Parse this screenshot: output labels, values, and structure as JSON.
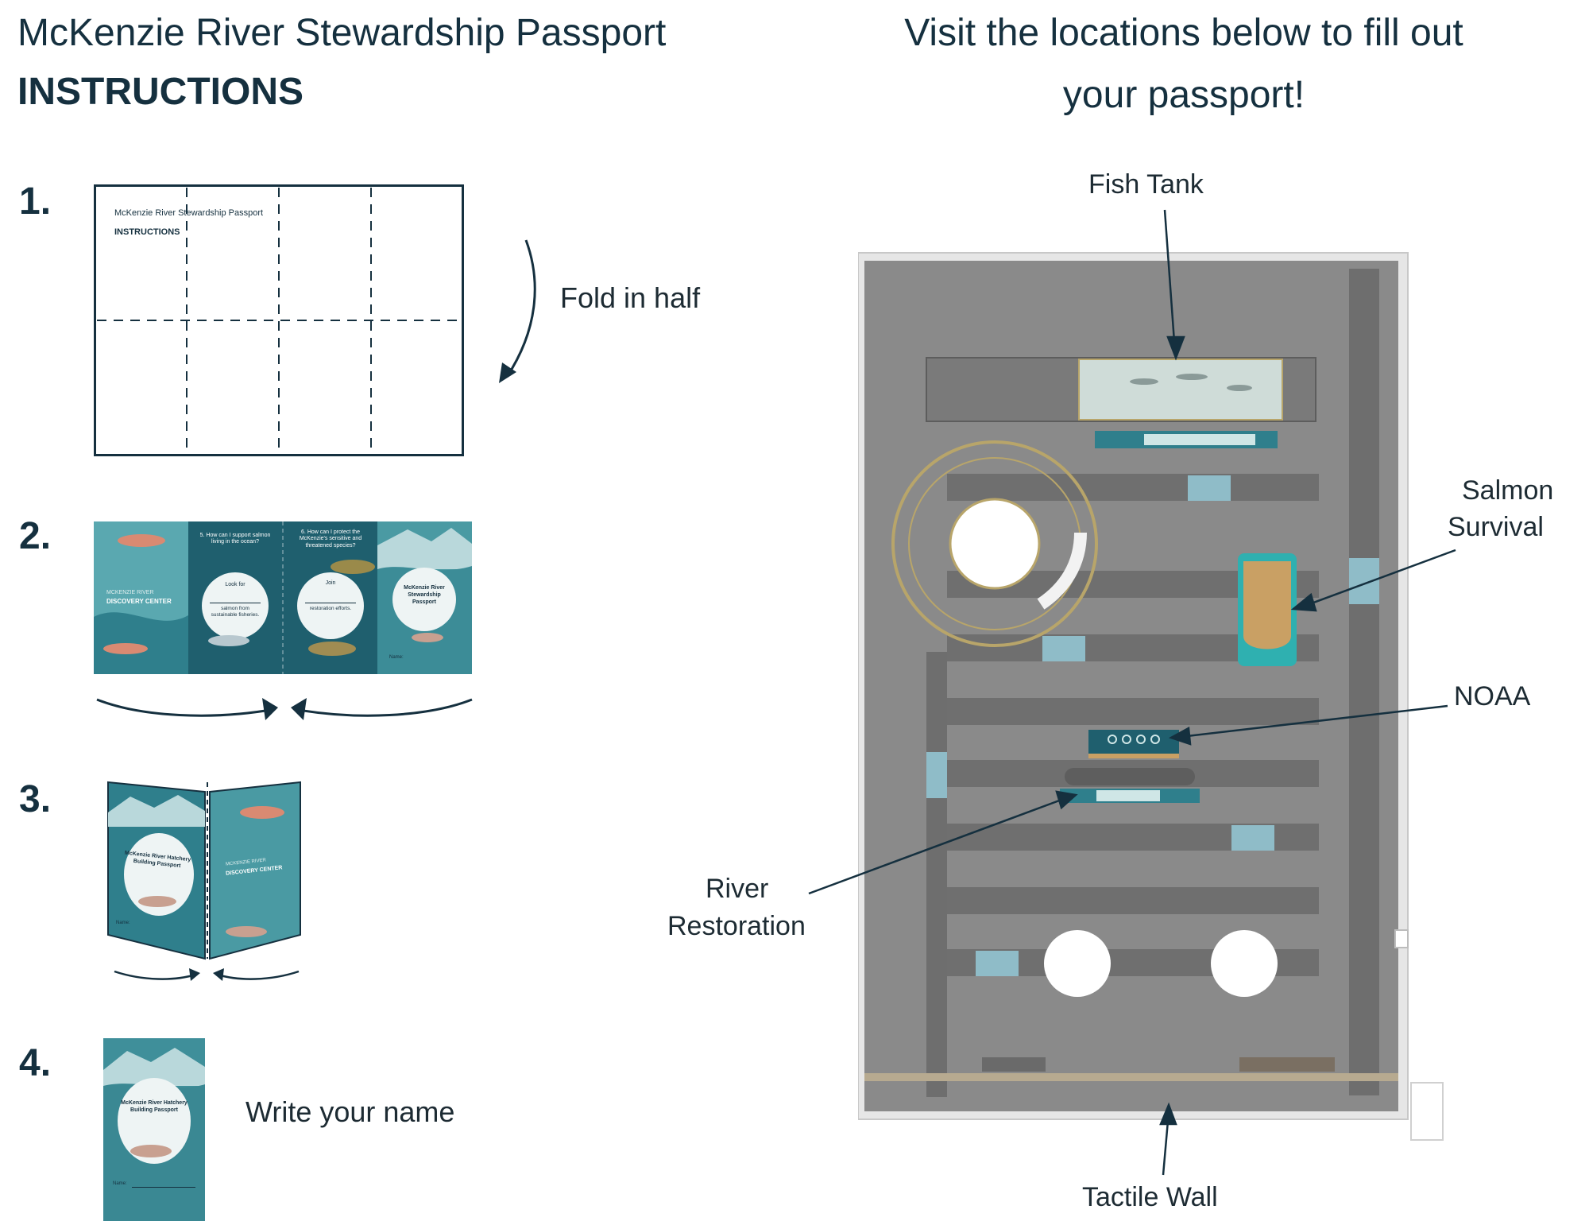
{
  "header": {
    "title": "McKenzie River Stewardship Passport",
    "subtitle": "INSTRUCTIONS",
    "right_heading_line1": "Visit the locations below to fill out",
    "right_heading_line2": "your passport!"
  },
  "steps": [
    {
      "number": "1.",
      "label": "Fold in half",
      "sheet_title": "McKenzie River Stewardship Passport",
      "sheet_subtitle": "INSTRUCTIONS"
    },
    {
      "number": "2.",
      "brand_top": "MCKENZIE RIVER",
      "brand_bottom": "DISCOVERY CENTER",
      "panel5_question": "5. How can I support salmon living in the ocean?",
      "panel5_prompt": "Look for",
      "panel5_answer": "salmon from sustainable fisheries.",
      "panel6_question": "6. How can I protect the McKenzie's sensitive and threatened species?",
      "panel6_prompt": "Join",
      "panel6_answer": "restoration efforts.",
      "cover_title": "McKenzie River Stewardship Passport",
      "cover_name": "Name:"
    },
    {
      "number": "3.",
      "cover_title": "McKenzie River Hatchery Building Passport",
      "cover_name": "Name:",
      "brand_top": "MCKENZIE RIVER",
      "brand_bottom": "DISCOVERY CENTER"
    },
    {
      "number": "4.",
      "label": "Write your name",
      "cover_title": "McKenzie River Hatchery Building Passport",
      "cover_name": "Name:"
    }
  ],
  "floorplan": {
    "locations": {
      "fish_tank": "Fish Tank",
      "salmon_survival_line1": "Salmon",
      "salmon_survival_line2": "Survival",
      "noaa": "NOAA",
      "river_restoration_line1": "River",
      "river_restoration_line2": "Restoration",
      "tactile_wall": "Tactile Wall"
    }
  },
  "colors": {
    "heading": "#15303f",
    "teal_dark": "#1f5f6e",
    "teal": "#3f8f9a",
    "teal_light": "#8cc4c6",
    "floor": "#8a8a8a",
    "floor_stripe": "#6f6f6f",
    "floor_tile": "#8fbcc8"
  }
}
